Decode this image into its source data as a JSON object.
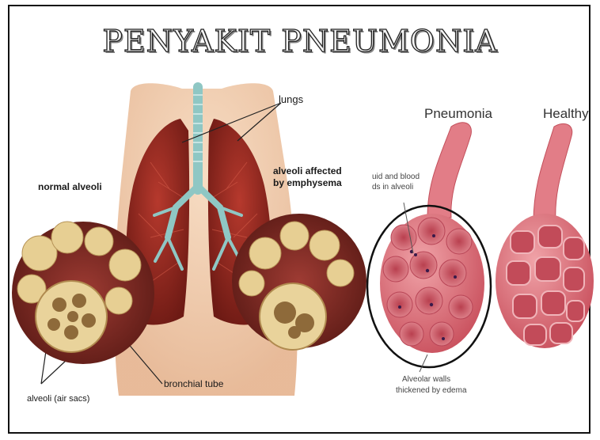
{
  "title": "PENYAKIT PNEUMONIA",
  "labels": {
    "lungs": "lungs",
    "normal_alveoli": "normal alveoli",
    "alveoli_affected_1": "alveoli affected",
    "alveoli_affected_2": "by emphysema",
    "bronchial_tube": "bronchial tube",
    "alveoli_sacs": "alveoli (air sacs)",
    "pneumonia": "Pneumonia",
    "healthy": "Healthy",
    "fluid_1": "uid and blood",
    "fluid_2": "ds in alveoli",
    "walls_1": "Alveolar walls",
    "walls_2": "thickened by edema"
  },
  "colors": {
    "lung": "#9b2a22",
    "bronchi": "#8fc7c4",
    "skin": "#f1c9a6",
    "alveoli_tan": "#e7cf93",
    "alveoli_pink": "#d8606b",
    "sac_outline": "#111111"
  }
}
